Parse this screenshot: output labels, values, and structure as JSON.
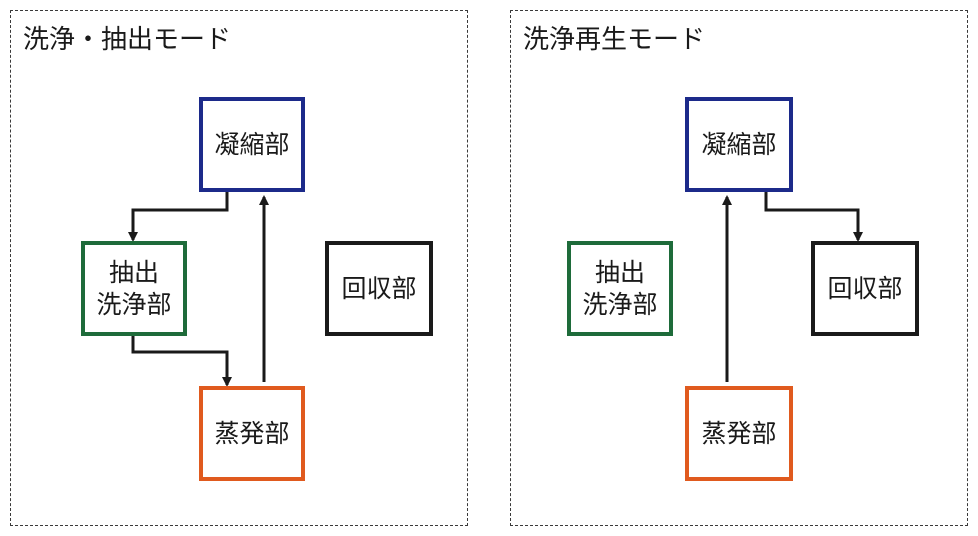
{
  "colors": {
    "condenser": "#1c2a8a",
    "extraction_wash": "#1e6b3a",
    "evaporator": "#e05a1e",
    "recovery": "#1a1a1a",
    "arrow": "#1a1a1a",
    "panel_border": "#3a3a3a"
  },
  "panels": [
    {
      "title": "洗浄・抽出モード",
      "nodes": {
        "condenser": {
          "label": "凝縮部"
        },
        "extraction_wash": {
          "label_line1": "抽出",
          "label_line2": "洗浄部"
        },
        "evaporator": {
          "label": "蒸発部"
        },
        "recovery": {
          "label": "回収部"
        }
      },
      "flows": [
        {
          "from": "凝縮部",
          "to": "抽出洗浄部"
        },
        {
          "from": "抽出洗浄部",
          "to": "蒸発部"
        },
        {
          "from": "蒸発部",
          "to": "凝縮部"
        }
      ]
    },
    {
      "title": "洗浄再生モード",
      "nodes": {
        "condenser": {
          "label": "凝縮部"
        },
        "extraction_wash": {
          "label_line1": "抽出",
          "label_line2": "洗浄部"
        },
        "evaporator": {
          "label": "蒸発部"
        },
        "recovery": {
          "label": "回収部"
        }
      },
      "flows": [
        {
          "from": "蒸発部",
          "to": "凝縮部"
        },
        {
          "from": "凝縮部",
          "to": "回収部"
        }
      ]
    }
  ]
}
